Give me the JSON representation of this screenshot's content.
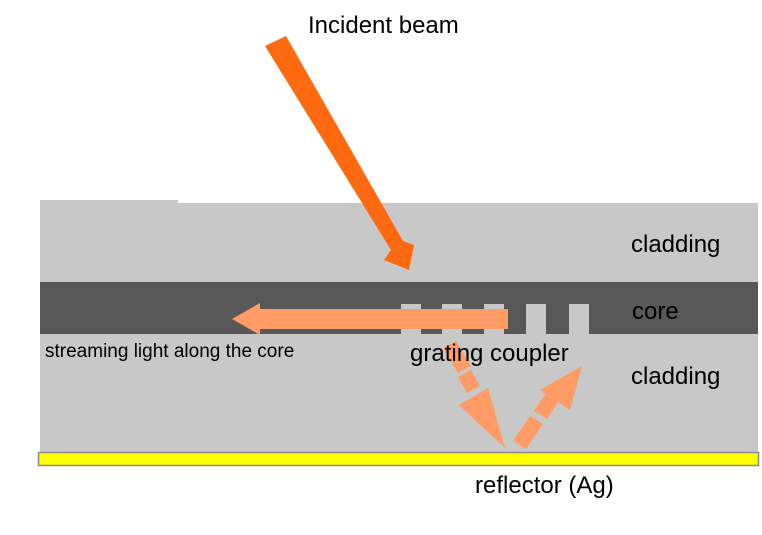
{
  "labels": {
    "incident_beam": "Incident beam",
    "cladding_top": "cladding",
    "core": "core",
    "cladding_bottom": "cladding",
    "streaming_light": "streaming light along the core",
    "grating_coupler": "grating coupler",
    "reflector": "reflector (Ag)"
  },
  "colors": {
    "cladding": "#c8c8c8",
    "core": "#585858",
    "incident_arrow": "#ff6a10",
    "light_arrow": "#ff9c66",
    "grating_teeth": "#c8c8c8",
    "reflector": "#ffff00",
    "reflector_border": "#8a8a8a"
  }
}
